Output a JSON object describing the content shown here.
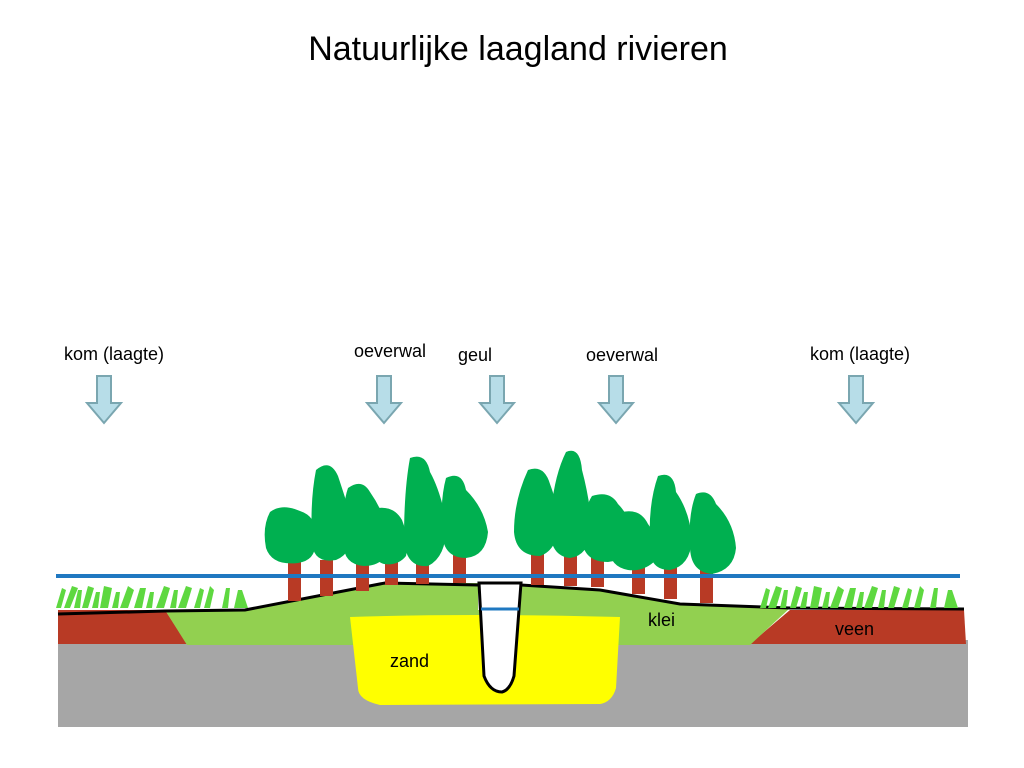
{
  "title": "Natuurlijke laagland rivieren",
  "labels": {
    "kom_left": "kom (laagte)",
    "oeverwal_left": "oeverwal",
    "geul": "geul",
    "oeverwal_right": "oeverwal",
    "kom_right": "kom (laagte)",
    "klei": "klei",
    "veen": "veen",
    "zand": "zand"
  },
  "colors": {
    "subsoil": "#a6a6a6",
    "clay": "#92d050",
    "peat": "#b83a25",
    "sand": "#ffff00",
    "tree_crown": "#00b050",
    "tree_trunk": "#b83a25",
    "grass": "#5ed840",
    "water_line": "#1f78c1",
    "arrow": "#b7dde8",
    "arrow_stroke": "#7aa6b0"
  }
}
